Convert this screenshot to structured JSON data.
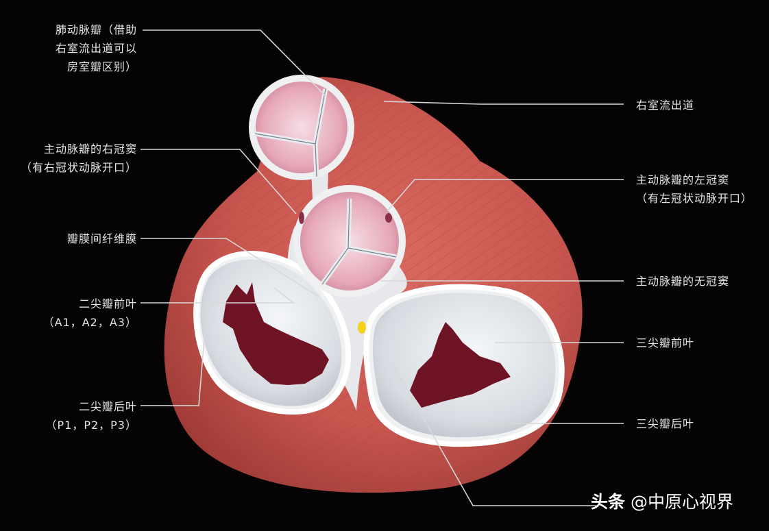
{
  "figure": {
    "subject": "心脏瓣膜上面观（纤维骨架）",
    "colors": {
      "background": "#050304",
      "myocardium": "#c8564f",
      "myocardium_dark": "#9e3a36",
      "fibrous_tissue": "#e4e6ea",
      "valve_cusp_pink": "#e4a4b4",
      "leaflet_dark": "#6e1424",
      "conduction_node_yellow": "#f2d21a",
      "leader_line": "#d8d8d8"
    }
  },
  "labels": {
    "pulmonary_valve": {
      "lines": [
        "肺动脉瓣（借助",
        "右室流出道可以",
        "房室瓣区别）"
      ]
    },
    "aortic_right_coronary_sinus": {
      "lines": [
        "主动脉瓣的右冠窦",
        "（有右冠状动脉开口）"
      ]
    },
    "intervalvular_fibrosa": {
      "lines": [
        "瓣膜间纤维膜"
      ]
    },
    "mitral_anterior_leaflet": {
      "lines": [
        "二尖瓣前叶",
        "（A1，A2，A3）"
      ]
    },
    "mitral_posterior_leaflet": {
      "lines": [
        "二尖瓣后叶",
        "（P1，P2，P3）"
      ]
    },
    "rvot": {
      "lines": [
        "右室流出道"
      ]
    },
    "aortic_left_coronary_sinus": {
      "lines": [
        "主动脉瓣的左冠窦",
        "（有左冠状动脉开口）"
      ]
    },
    "aortic_noncoronary_sinus": {
      "lines": [
        "主动脉瓣的无冠窦"
      ]
    },
    "tricuspid_anterior_leaflet": {
      "lines": [
        "三尖瓣前叶"
      ]
    },
    "tricuspid_posterior_leaflet": {
      "lines": [
        "三尖瓣后叶"
      ]
    }
  },
  "watermark": {
    "brand": "头条",
    "handle": "@中原心视界"
  }
}
